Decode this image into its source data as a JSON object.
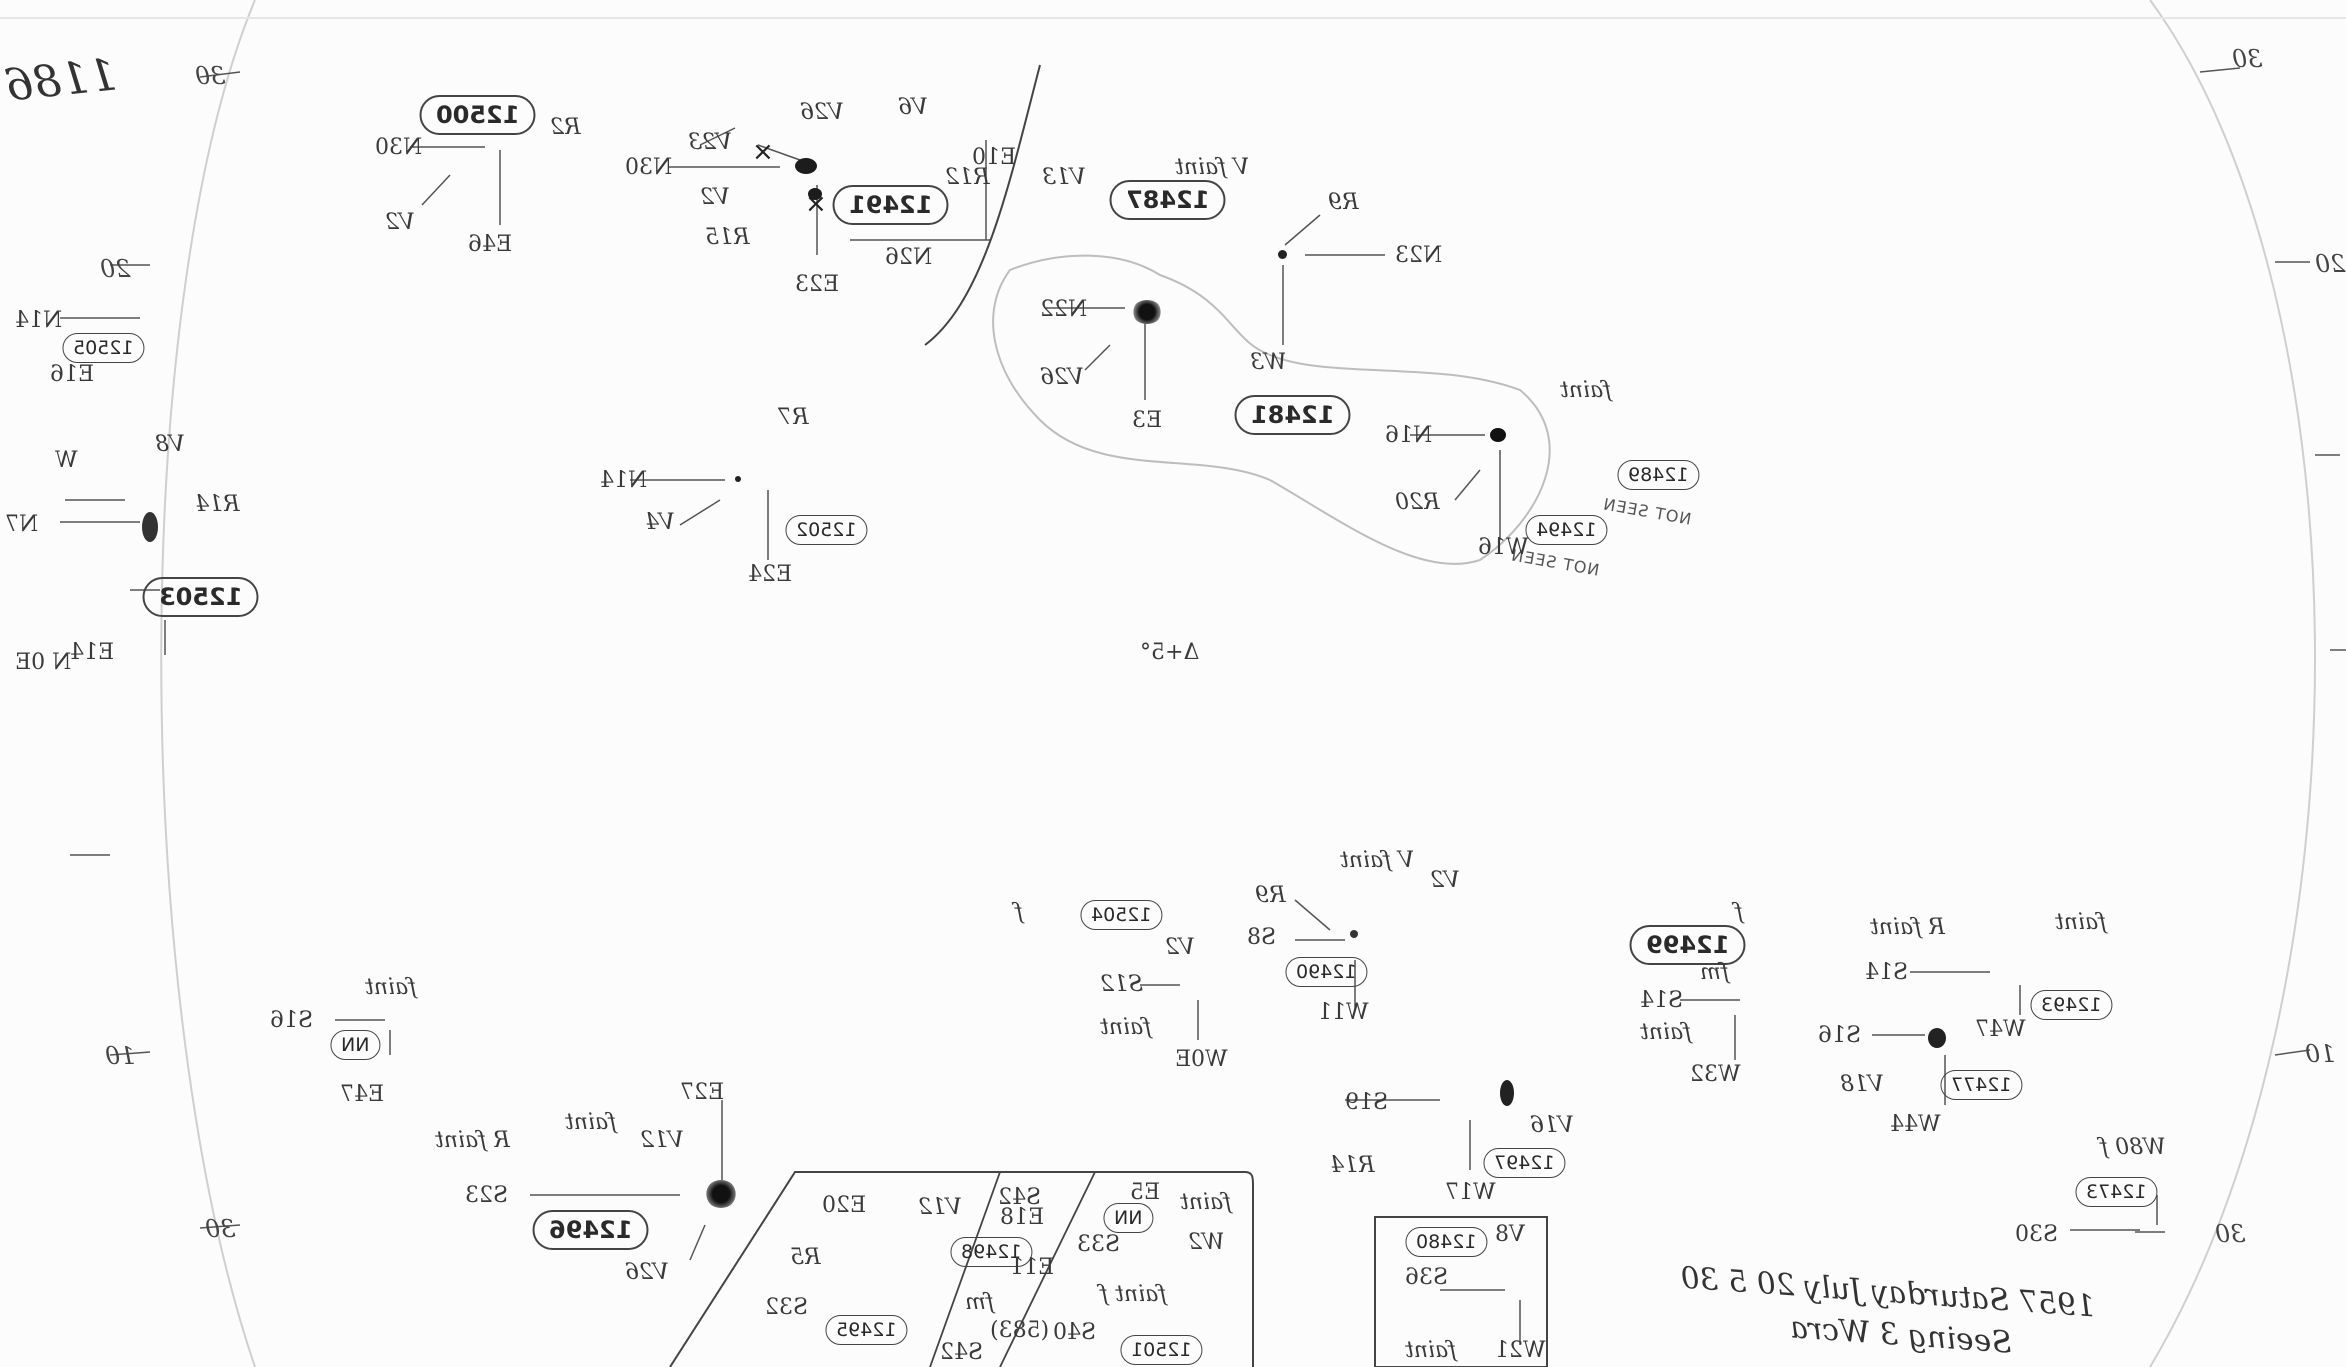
{
  "sheet_number": "1186",
  "date_note": "1957 Saturday July 20 5 30",
  "seeing_note": "Seeing 3 Wcra",
  "center_mark": "Δ+5°",
  "not_seen": "NOT SEEN",
  "regions": {
    "r12500": "12500",
    "r12491": "12491",
    "r12487": "12487",
    "r12481": "12481",
    "r12489": "12489",
    "r12494": "12494",
    "r12505": "12505",
    "r12503": "12503",
    "r12502": "12502",
    "r12504": "12504",
    "r12490": "12490",
    "r12499": "12499",
    "r12493": "12493",
    "r12477": "12477",
    "nn_a": "NN",
    "r12496": "12496",
    "r12495": "12495",
    "r12498": "12498",
    "nn_b": "NN",
    "r12501": "12501",
    "r12497": "12497",
    "r12480": "12480",
    "r12473": "12473"
  },
  "labels": {
    "R2": "R2",
    "N30a": "N30",
    "V2a": "V2",
    "E46": "E46",
    "V6": "V6",
    "V26": "V26",
    "V23": "V23",
    "N30b": "N30",
    "V2b": "V2",
    "R12": "R12",
    "R15": "R15",
    "E23": "E23",
    "E10": "E10",
    "N26": "N26",
    "V13": "V13",
    "Vfaint_a": "V faint",
    "R9": "R9",
    "N23": "N23",
    "W3": "W3",
    "N22": "N22",
    "V26b": "V26",
    "E3": "E3",
    "faint_a": "faint",
    "N16": "N16",
    "R20": "R20",
    "W16": "W16",
    "N14": "N14",
    "E16": "E16",
    "V8": "V8",
    "W": "W",
    "R14": "R14",
    "N7": "N7",
    "E14": "E14",
    "N0E": "N 0E",
    "R7": "R7",
    "N14b": "N14",
    "V4": "V4",
    "E24": "E24",
    "Vfaint_b": "V faint",
    "V2c": "V2",
    "R9b": "R9",
    "S8": "S8",
    "W11": "W11",
    "f_a": "f",
    "V2d": "V2",
    "S12": "S12",
    "faint_b": "faint",
    "WDE": "W0E",
    "f_b": "f",
    "fm": "fm",
    "S14": "S14",
    "faint_c": "faint",
    "W32": "W32",
    "faint_d": "faint",
    "Rfaint": "R faint",
    "S14b": "S14",
    "W47": "W47",
    "S16": "S16",
    "V18": "V18",
    "W44": "W44",
    "faint_e": "faint",
    "S16b": "S16",
    "E47": "E47",
    "E27": "E27",
    "V12": "V12",
    "faint_f": "faint",
    "Rfaint_b": "R faint",
    "S23": "S23",
    "V26c": "V26",
    "E20": "E20",
    "V12b": "V12",
    "R5": "R5",
    "S32": "S32",
    "S42": "S42",
    "E18": "E18",
    "E11": "E11",
    "fm_b": "fm",
    "S42b": "S42",
    "E5": "E5",
    "faint_g": "faint",
    "S33": "S33",
    "W2": "W2",
    "faint_f2": "faint f",
    "S40": "S40",
    "f583": "(583)",
    "S19": "S19",
    "R14b": "R14",
    "V16": "V16",
    "W17": "W17",
    "V8b": "V8",
    "S36": "S36",
    "W21": "W21",
    "faint_h": "faint",
    "W80f": "W80 f",
    "S30": "S30"
  },
  "ticks": {
    "t30_tr": "30",
    "t20_r": "20",
    "t10_r": "10",
    "t30_br": "30",
    "t30_tl": "30",
    "t20_l": "20",
    "t10_l": "10",
    "t30_bl": "30"
  },
  "colors": {
    "paper": "#fcfcfc",
    "pencil": "#3a3a3a",
    "spot": "#1a1a1a"
  }
}
